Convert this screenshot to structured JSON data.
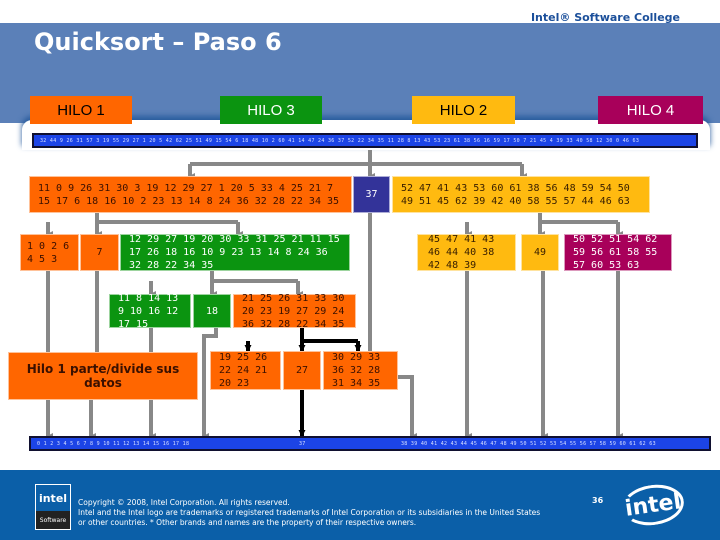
{
  "header": {
    "college": "Intel® Software College",
    "title": "Quicksort – Paso 6"
  },
  "threads": [
    {
      "label": "HILO 1",
      "color": "#ff6600"
    },
    {
      "label": "HILO 3",
      "color": "#0b9410"
    },
    {
      "label": "HILO 2",
      "color": "#ffba10"
    },
    {
      "label": "HILO 4",
      "color": "#a8005a"
    }
  ],
  "top_array": "32 44 9 26 31 57 3 19 55 29 27 1 20 5 42 62 25 51 49 15 54 6 18 48 10 2 60 41 14 47 24 36 37 52 22 34 35 11 28 8 13 43 53 23 61 38 56 16 59 17 50 7 21 45 4 39 33 40 58 12 30 0 46 63",
  "level1": {
    "left": [
      "11 0 9 26 31 30 3 19 12 29 27 1 20 5 33 4 25 21 7",
      "15 17 6 18 16 10 2 23 13 14 8 24 36 32 28 22 34 35"
    ],
    "pivot": "37",
    "right": [
      "52 47 41 43 53 60 61 38 56 48 59 54 50",
      "49 51 45 62 39 42 40 58 55 57 44 46 63"
    ]
  },
  "level2": {
    "a": [
      "1 0 2 6",
      "4 5 3"
    ],
    "a_pivot": "7",
    "b": [
      "12 29 27 19 20 30 33 31 25 21 11 15",
      "17 26 18 16 10 9 23 13 14 8 24 36",
      "32 28 22 34 35"
    ],
    "c": [
      "45 47 41 43",
      "46 44 40 38",
      "42 48 39"
    ],
    "c_pivot": "49",
    "d": [
      "50 52 51 54 62",
      "59 56 61 58 55",
      "57 60 53 63"
    ]
  },
  "level3": {
    "a": [
      "11 8 14 13",
      "9 10 16 12",
      "17 15"
    ],
    "pivot": "18",
    "b": [
      "21 25 26 31 33 30",
      "20 23 19 27 29 24",
      "36 32 28 22 34 35"
    ]
  },
  "level4": {
    "a": [
      "19 25 26",
      "22 24 21",
      "20 23"
    ],
    "pivot": "27",
    "b": [
      "30 29 33",
      "36 32 28",
      "31 34 35"
    ]
  },
  "note": "Hilo 1 parte/divide sus datos",
  "bottom": {
    "left": "0 1 2 3 4 5 6 7 8 9 10 11 12 13 14 15 16 17 18",
    "mid": "37",
    "right": "38 39 40 41 42 43 44 45 46 47 48 49 50 51 52 53 54 55 56 57 58 59 60 61 62 63"
  },
  "footer": {
    "copyright": "Copyright © 2008, Intel Corporation. All rights reserved.",
    "trademark1": "Intel and the Intel logo are trademarks or registered trademarks of Intel Corporation or its subsidiaries in the United States",
    "trademark2": "or other countries. * Other brands and names are the property of their respective owners.",
    "page": "36",
    "logo": "intel",
    "software_logo": "intel",
    "software_label": "Software"
  }
}
